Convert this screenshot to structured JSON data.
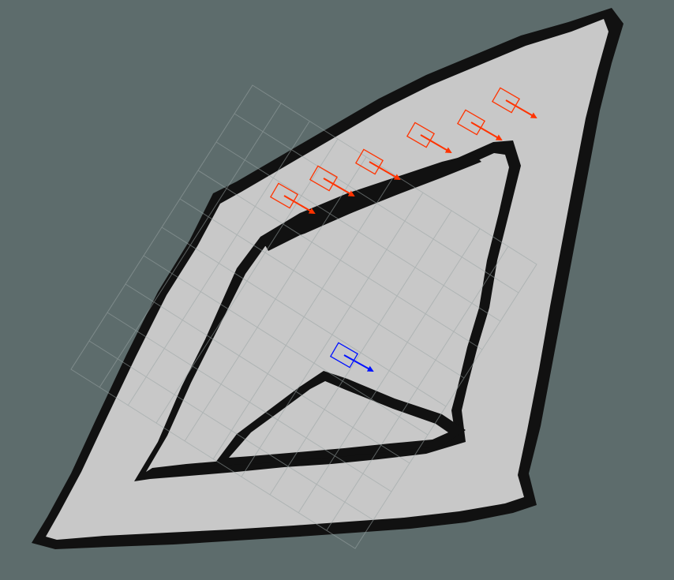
{
  "view": {
    "background_color": "#5d6c6c",
    "map_free_color": "#c8c8c8",
    "map_wall_color": "#111111",
    "grid_color": "#9aa4a4"
  },
  "goal_poses": {
    "color": "#ff3300",
    "shape": "rectangle-with-arrow",
    "count": 6
  },
  "current_pose": {
    "color": "#0011ff",
    "shape": "rectangle-with-arrow"
  }
}
